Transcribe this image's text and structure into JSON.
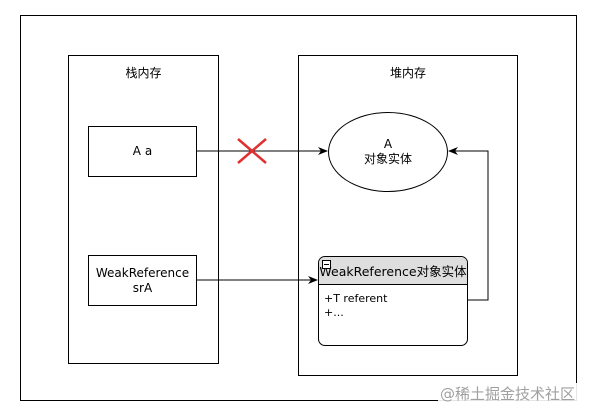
{
  "stack_panel": {
    "title": "栈内存"
  },
  "heap_panel": {
    "title": "堆内存"
  },
  "box_a": {
    "label": "A a"
  },
  "box_weak": {
    "line1": "WeakReference",
    "line2": "srA"
  },
  "ellipse_a": {
    "line1": "A",
    "line2": "对象实体"
  },
  "class_weak": {
    "title": "WeakReference对象实体",
    "fields": [
      "+T referent",
      "+..."
    ]
  },
  "watermark": "@稀土掘金技术社区",
  "colors": {
    "cross": "#e03030",
    "header_bg": "#dedede"
  }
}
